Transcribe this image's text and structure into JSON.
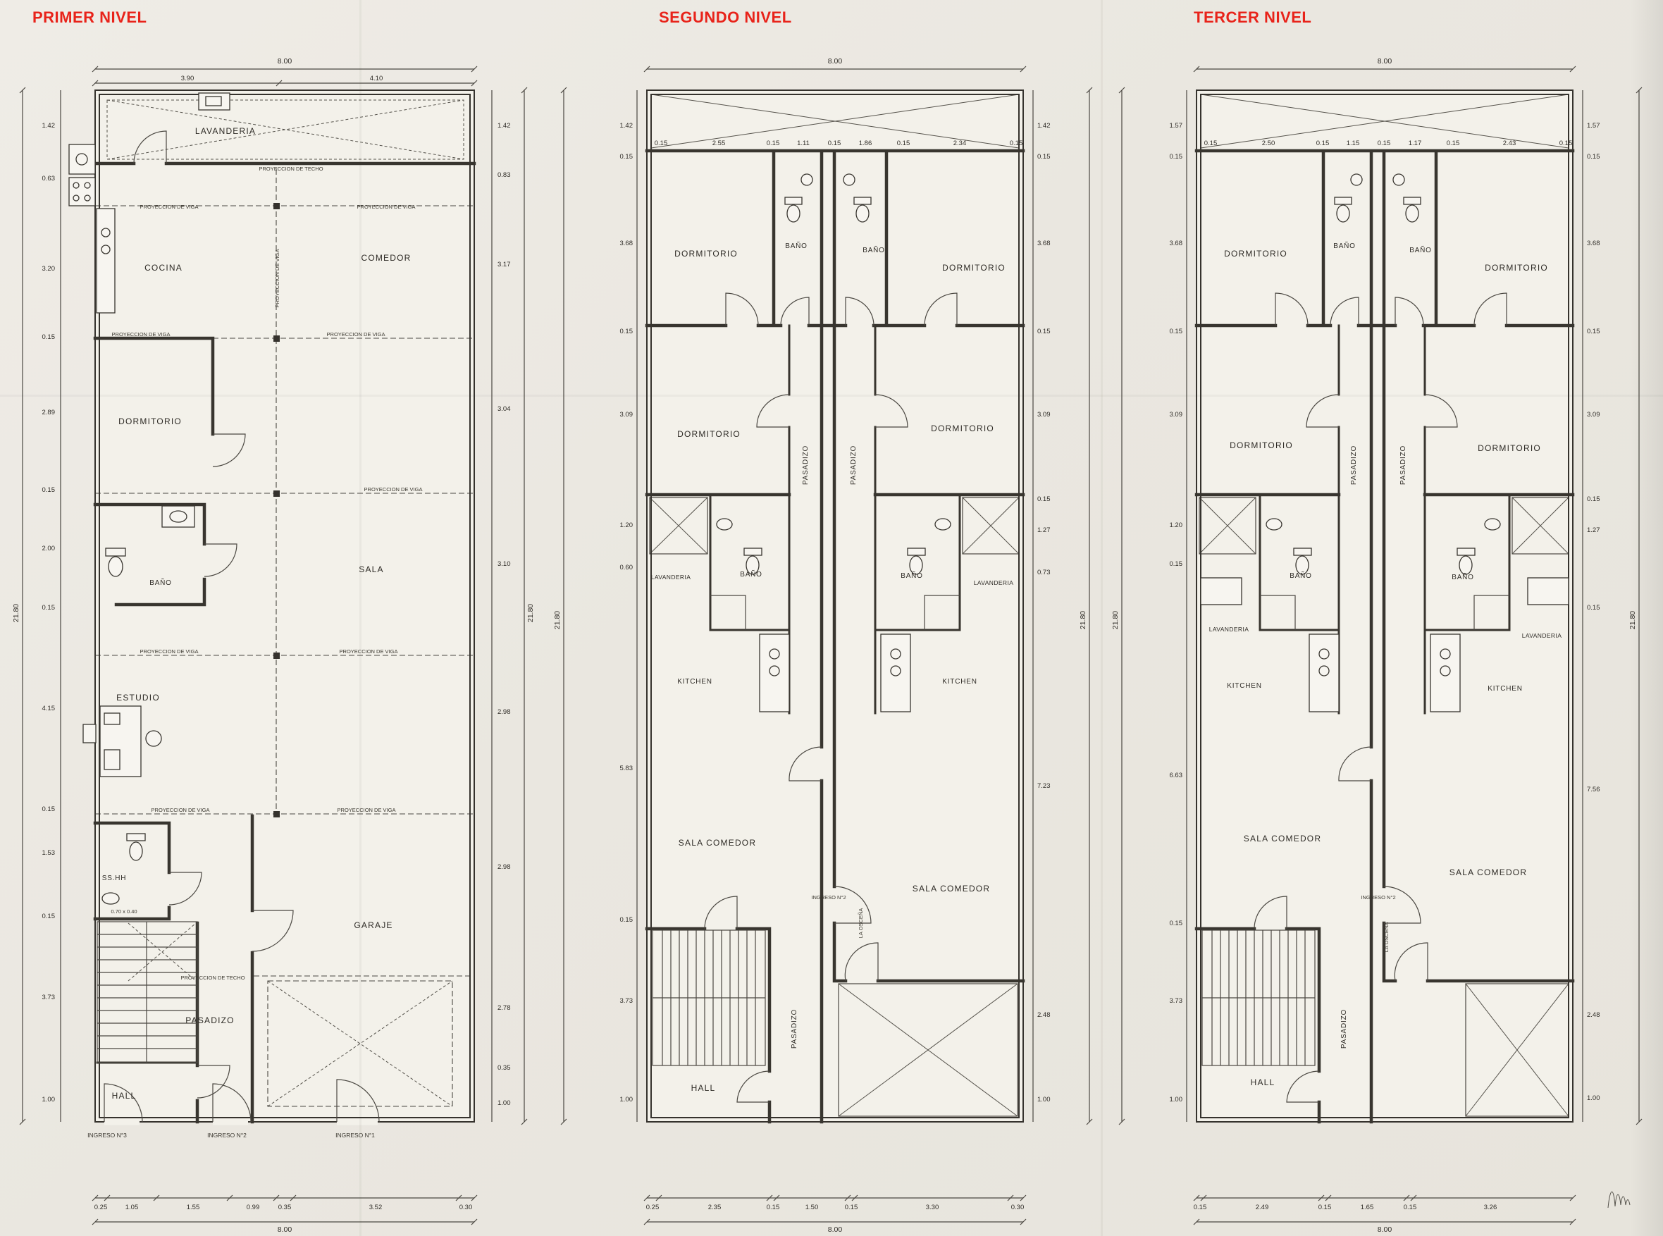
{
  "sheet": {
    "background": "#e9e6df",
    "ink": "#38352f",
    "accent_red": "#e8231a"
  },
  "plans": [
    {
      "title": "PRIMER NIVEL",
      "rooms": {
        "lavanderia": "LAVANDERIA",
        "cocina": "COCINA",
        "comedor": "COMEDOR",
        "dormitorio": "DORMITORIO",
        "bano": "BAÑO",
        "sala": "SALA",
        "estudio": "ESTUDIO",
        "sshh": "SS.HH",
        "garaje": "GARAJE",
        "pasadizo": "PASADIZO",
        "hall": "HALL"
      },
      "annotations": {
        "proyeccion_techo": "PROYECCION  DE TECHO",
        "proyeccion_viga": "PROYECCION DE VIGA",
        "fixture_dim": "0.70 x 0.40",
        "ingreso_1": "INGRESO N°1",
        "ingreso_2": "INGRESO N°2",
        "ingreso_3": "INGRESO N°3"
      },
      "dims": {
        "top_overall": "8.00",
        "top": [
          "3.90",
          "4.10"
        ],
        "left": [
          "1.42",
          "0.63",
          "3.20",
          "0.15",
          "2.89",
          "0.15",
          "2.00",
          "0.15",
          "4.15",
          "0.15",
          "1.53",
          "0.15",
          "3.73",
          "1.00"
        ],
        "right": [
          "1.42",
          "0.83",
          "3.17",
          "3.04",
          "3.10",
          "2.98",
          "2.98",
          "2.78",
          "0.35",
          "1.00"
        ],
        "bottom": [
          "0.25",
          "1.05",
          "1.55",
          "0.99",
          "0.35",
          "3.52",
          "0.30"
        ],
        "bottom_overall": "8.00",
        "height_overall": "21.80"
      }
    },
    {
      "title": "SEGUNDO NIVEL",
      "rooms": {
        "dormitorio_1": "DORMITORIO",
        "bano_1": "BAÑO",
        "bano_2": "BAÑO",
        "dormitorio_2": "DORMITORIO",
        "dormitorio_3": "DORMITORIO",
        "pasadizo_izq": "PASADIZO",
        "pasadizo_der": "PASADIZO",
        "dormitorio_4": "DORMITORIO",
        "lavanderia_izq": "LAVANDERIA",
        "bano_3": "BAÑO",
        "bano_4": "BAÑO",
        "lavanderia_der": "LAVANDERIA",
        "kitchen_izq": "KITCHEN",
        "kitchen_der": "KITCHEN",
        "sala_comedor_izq": "SALA COMEDOR",
        "sala_comedor_der": "SALA COMEDOR",
        "hall": "HALL",
        "pasadizo_bajo": "PASADIZO"
      },
      "annotations": {
        "ingreso_2": "INGRESO N°2",
        "stamp": "LA OSCEÑA"
      },
      "dims": {
        "top_overall": "8.00",
        "top": [
          "0.15",
          "2.55",
          "0.15",
          "1.11",
          "0.15",
          "1.86",
          "0.15",
          "2.34",
          "0.15"
        ],
        "left": [
          "1.42",
          "0.15",
          "3.68",
          "0.15",
          "3.09",
          "1.20",
          "0.60",
          "5.83",
          "0.15",
          "3.73",
          "1.00"
        ],
        "right": [
          "1.42",
          "0.15",
          "3.68",
          "0.15",
          "3.09",
          "0.15",
          "1.27",
          "0.73",
          "7.23",
          "2.48",
          "1.00"
        ],
        "bottom": [
          "0.25",
          "2.35",
          "0.15",
          "1.50",
          "0.15",
          "3.30",
          "0.30"
        ],
        "bottom_overall": "8.00",
        "height_overall": "21.80"
      }
    },
    {
      "title": "TERCER NIVEL",
      "rooms": {
        "dormitorio_1": "DORMITORIO",
        "bano_1": "BAÑO",
        "bano_2": "BAÑO",
        "dormitorio_2": "DORMITORIO",
        "dormitorio_3": "DORMITORIO",
        "pasadizo_izq": "PASADIZO",
        "pasadizo_der": "PASADIZO",
        "dormitorio_4": "DORMITORIO",
        "lavanderia_izq": "LAVANDERIA",
        "bano_3": "BAÑO",
        "bano_4": "BAÑO",
        "lavanderia_der": "LAVANDERIA",
        "kitchen_izq": "KITCHEN",
        "kitchen_der": "KITCHEN",
        "sala_comedor_izq": "SALA COMEDOR",
        "sala_comedor_der": "SALA COMEDOR",
        "hall": "HALL",
        "pasadizo_bajo": "PASADIZO"
      },
      "annotations": {
        "ingreso_2": "INGRESO N°2",
        "stamp": "LA OSCEÑA"
      },
      "dims": {
        "top_overall": "8.00",
        "top": [
          "0.15",
          "2.50",
          "0.15",
          "1.15",
          "0.15",
          "1.17",
          "0.15",
          "2.43",
          "0.15"
        ],
        "left": [
          "1.57",
          "0.15",
          "3.68",
          "0.15",
          "3.09",
          "1.20",
          "0.15",
          "6.63",
          "0.15",
          "3.73",
          "1.00"
        ],
        "right": [
          "1.57",
          "0.15",
          "3.68",
          "0.15",
          "3.09",
          "0.15",
          "1.27",
          "0.15",
          "7.56",
          "2.48",
          "1.00"
        ],
        "bottom": [
          "0.15",
          "2.49",
          "0.15",
          "1.65",
          "0.15",
          "3.26"
        ],
        "bottom_overall": "8.00",
        "height_overall": "21.80"
      }
    }
  ]
}
